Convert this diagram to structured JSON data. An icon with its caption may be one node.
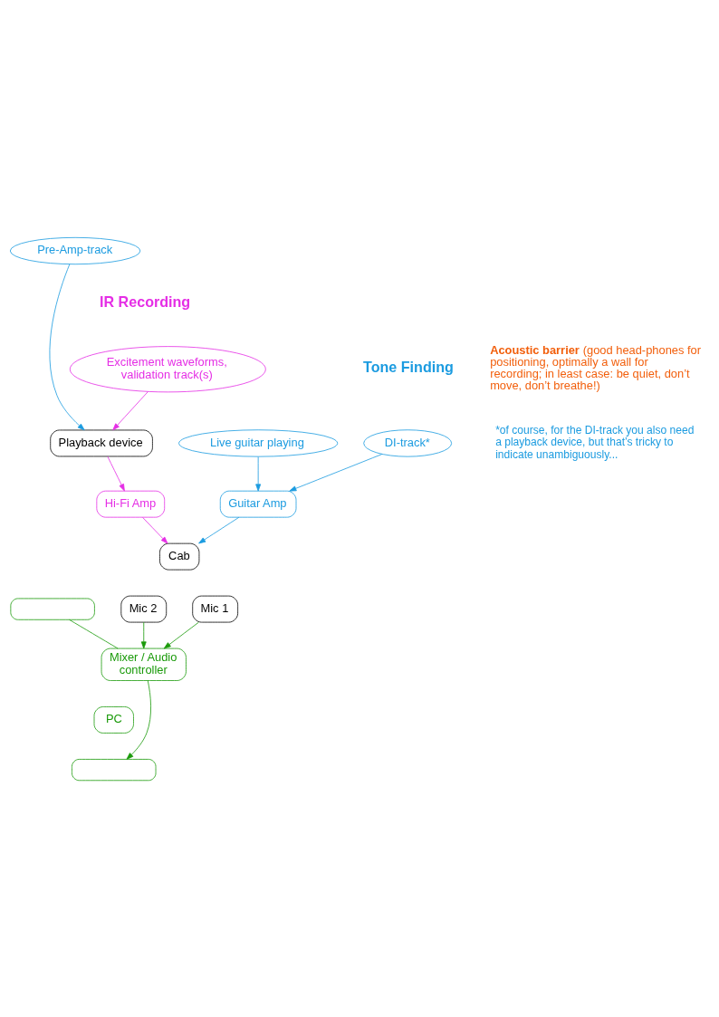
{
  "diagram": {
    "nodes": [
      {
        "text": [
          "DI-track*"
        ]
      },
      {
        "text": [
          "Live guitar playing"
        ]
      },
      {
        "text": [
          "Pre-Amp-track"
        ]
      },
      {
        "text": [
          "Excitement waveforms, validation track(s)"
        ]
      },
      {
        "text": [
          "Playback device"
        ]
      },
      {
        "text": [
          "Guitar Amp"
        ]
      },
      {
        "text": [
          "Hi-Fi Amp"
        ]
      },
      {
        "text": [
          "Cab"
        ]
      },
      {
        "text": [
          "Mic 2"
        ]
      },
      {
        "text": [
          "Mic 1"
        ]
      },
      {
        "text": [],
        "shape": "box"
      },
      {
        "text": [
          "Mixer / Audio controller"
        ]
      },
      {
        "text": [
          "PC"
        ]
      },
      {
        "text": [],
        "shape": "box"
      }
    ],
    "edges": [
      {
        "from": 0,
        "to": 5,
        "arrow": "to",
        "color": "#1b9be0"
      },
      {
        "from": 1,
        "to": 5,
        "arrow": "to",
        "color": "#1b9be0"
      },
      {
        "from": 2,
        "to": 4,
        "arrow": "to",
        "color": "#1b9be0"
      },
      {
        "from": 3,
        "to": 4,
        "arrow": "to",
        "color": "#e52ee5"
      },
      {
        "from": 4,
        "to": 6,
        "arrow": "to",
        "color": "#e52ee5"
      },
      {
        "from": 5,
        "to": 7,
        "arrow": "to",
        "color": "#1b9be0"
      },
      {
        "from": 6,
        "to": 7,
        "arrow": "to",
        "color": "#e52ee5"
      },
      {
        "from": 8,
        "to": 11,
        "arrow": "to",
        "color": "#1a9a0a"
      },
      {
        "from": 9,
        "to": 11,
        "arrow": "to",
        "color": "#1a9a0a"
      },
      {
        "from": 10,
        "to": 11,
        "arrow": "none",
        "color": "#1a9a0a"
      },
      {
        "from": 11,
        "to": 13,
        "arrow": "to",
        "color": "#1a9a0a"
      }
    ],
    "labels": [
      "Tone Finding",
      "**Acoustic barrier** (good head-phones for positioning, optimally a wall for recording; in least case: be quiet, don’t move, don’t breathe!)",
      "*of course, for the DI-track you also need a playback device, but that’s tricky to indicate unambiguously...",
      "IR Recording"
    ]
  }
}
